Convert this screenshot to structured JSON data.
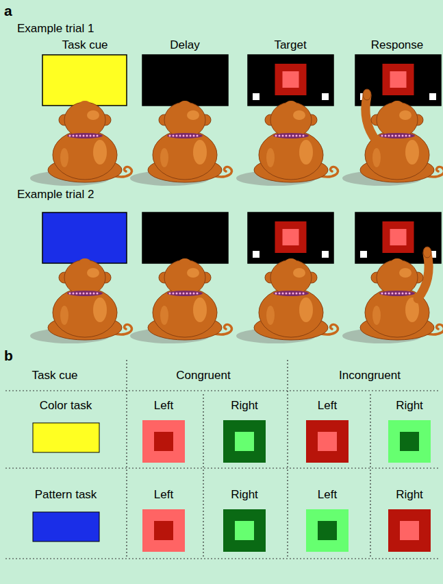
{
  "diagram": {
    "labels": [
      "a",
      "Example trial 1",
      "Task cue",
      "Delay",
      "Target",
      "Response",
      "Example trial 2",
      "b",
      "Task cue",
      "Congruent",
      "Incongruent",
      "Color task",
      "Left",
      "Right",
      "Left",
      "Right",
      "Pattern task",
      "Left",
      "Right",
      "Left",
      "Right"
    ]
  }
}
